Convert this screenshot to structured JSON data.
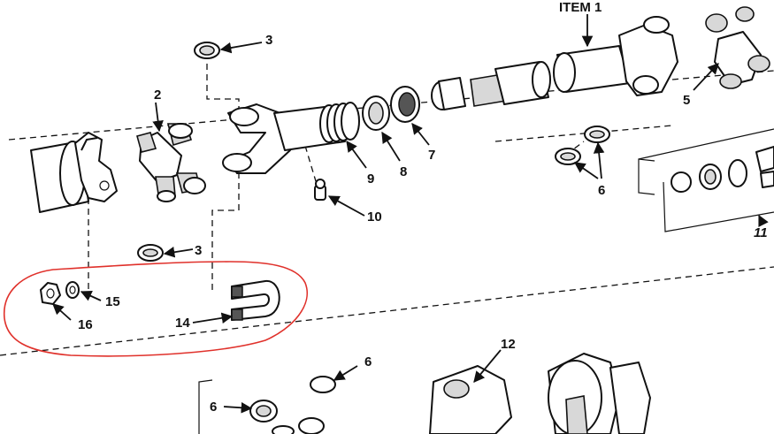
{
  "labels": {
    "item1": "ITEM 1",
    "n2": "2",
    "n3a": "3",
    "n3b": "3",
    "n5": "5",
    "n6a": "6",
    "n6b": "6",
    "n6c": "6",
    "n7": "7",
    "n8": "8",
    "n9": "9",
    "n10": "10",
    "n11": "11",
    "n12": "12",
    "n14": "14",
    "n15": "15",
    "n16": "16"
  },
  "colors": {
    "line": "#111111",
    "highlight": "#e0312b",
    "background": "#ffffff"
  }
}
